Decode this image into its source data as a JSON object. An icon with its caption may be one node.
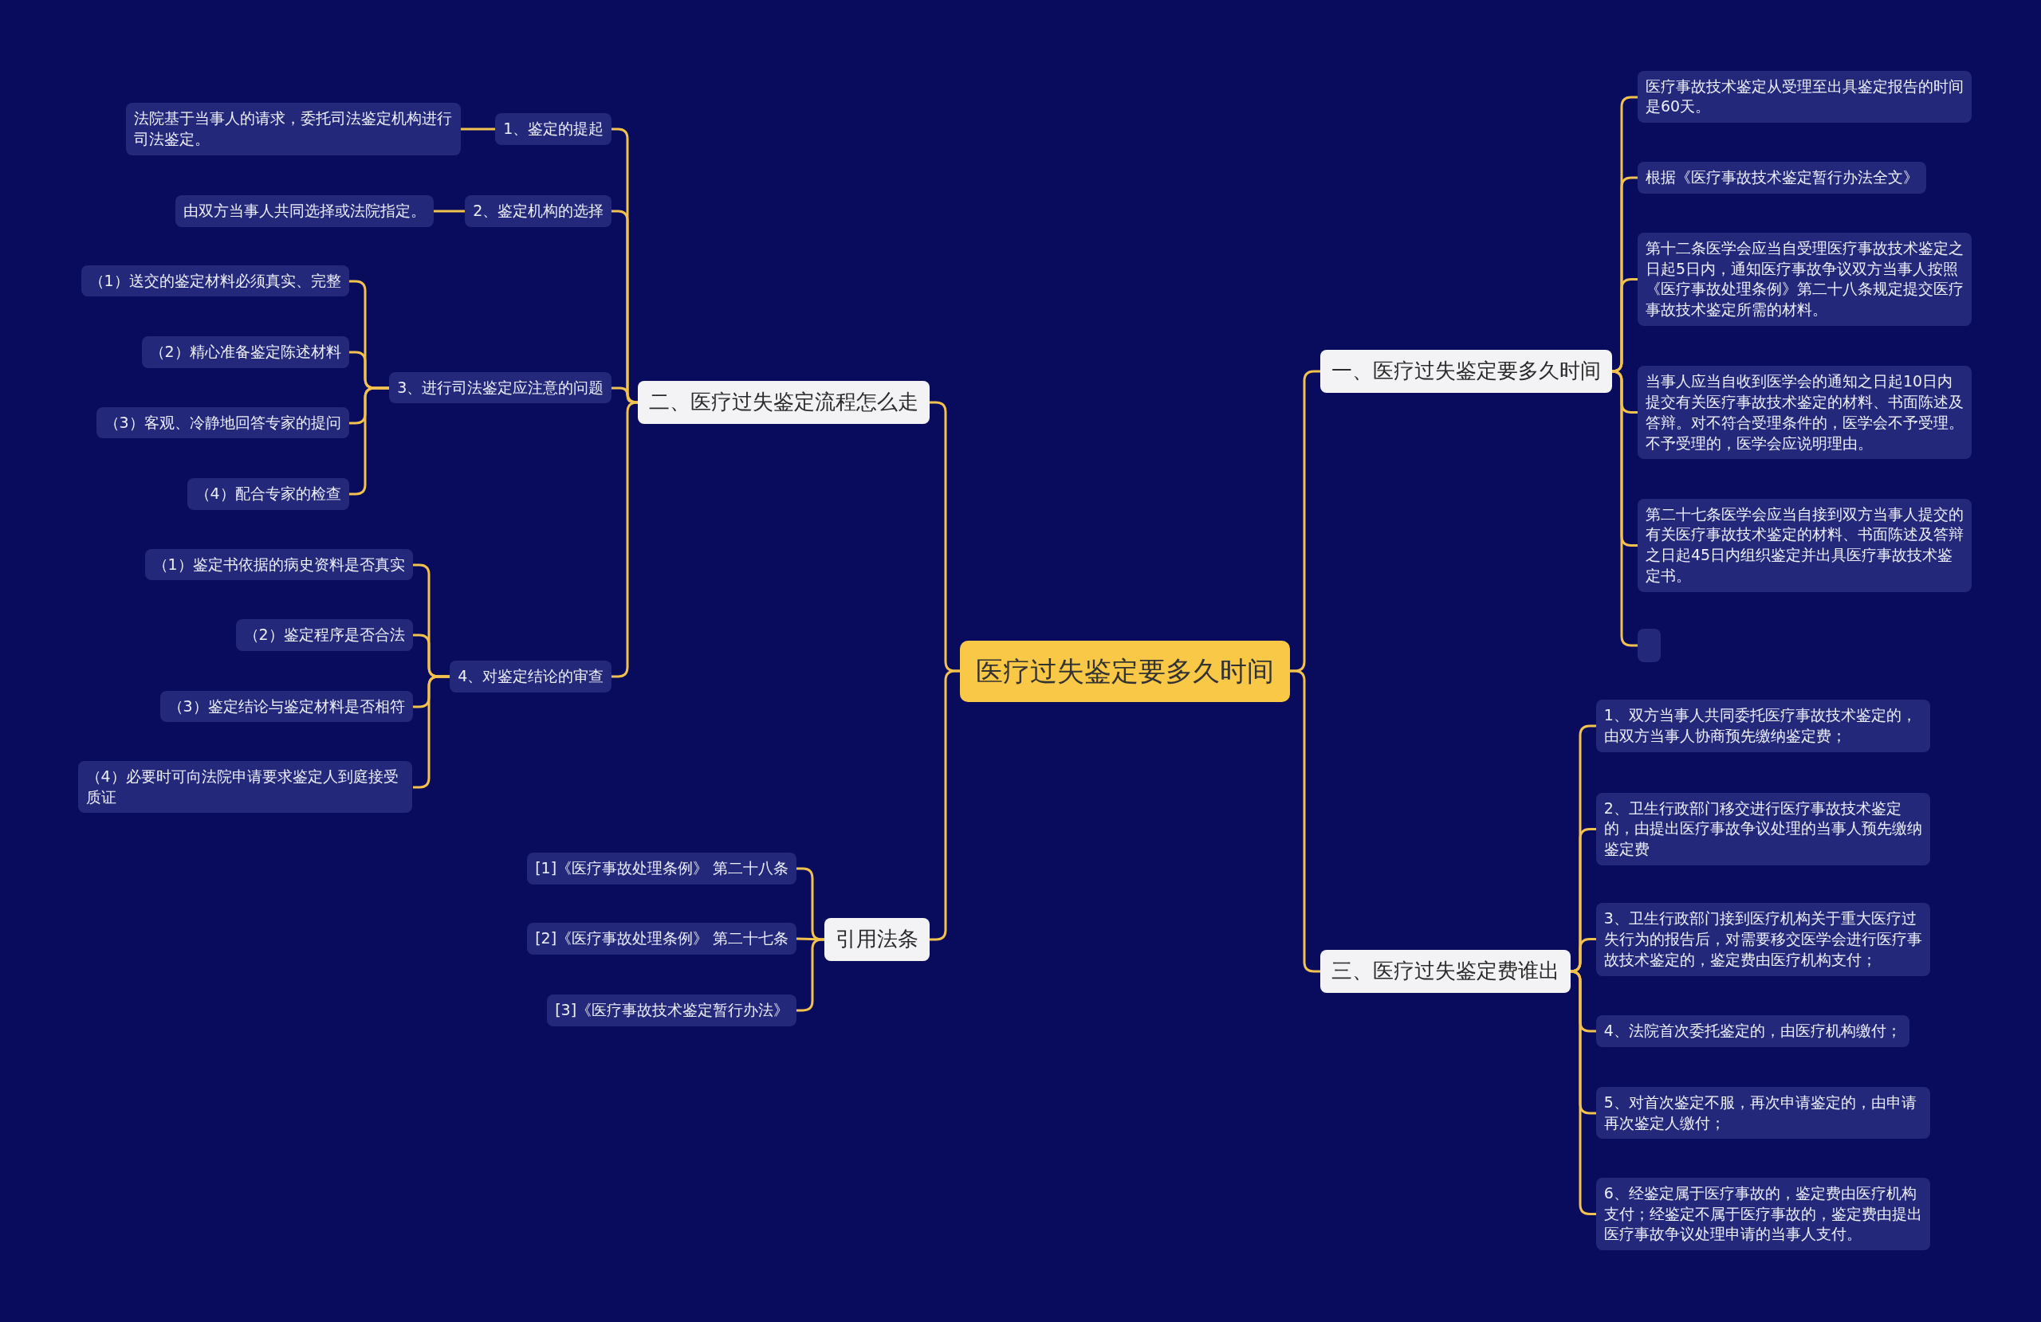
{
  "diagram": {
    "nodes": [
      {
        "text": [
          "医疗过失鉴定要多久时间"
        ]
      },
      {
        "text": [
          "一、医疗过失鉴定要多久时间"
        ]
      },
      {
        "text": [
          "医疗事故技术鉴定从受理至出具鉴定报告的时间是60天。"
        ]
      },
      {
        "text": [
          "根据《医疗事故技术鉴定暂行办法全文》"
        ]
      },
      {
        "text": [
          "第十二条医学会应当自受理医疗事故技术鉴定之日起5日内，通知医疗事故争议双方当事人按照《医疗事故处理条例》第二十八条规定提交医疗事故技术鉴定所需的材料。"
        ]
      },
      {
        "text": [
          "当事人应当自收到医学会的通知之日起10日内提交有关医疗事故技术鉴定的材料、书面陈述及答辩。对不符合受理条件的，医学会不予受理。不予受理的，医学会应说明理由。"
        ]
      },
      {
        "text": [
          "第二十七条医学会应当自接到双方当事人提交的有关医疗事故技术鉴定的材料、书面陈述及答辩之日起45日内组织鉴定并出具医疗事故技术鉴定书。"
        ]
      },
      {
        "text": [],
        "shape": "box"
      },
      {
        "text": [
          "三、医疗过失鉴定费谁出"
        ]
      },
      {
        "text": [
          "1、双方当事人共同委托医疗事故技术鉴定的，由双方当事人协商预先缴纳鉴定费；"
        ]
      },
      {
        "text": [
          "2、卫生行政部门移交进行医疗事故技术鉴定的，由提出医疗事故争议处理的当事人预先缴纳鉴定费"
        ]
      },
      {
        "text": [
          "3、卫生行政部门接到医疗机构关于重大医疗过失行为的报告后，对需要移交医学会进行医疗事故技术鉴定的，鉴定费由医疗机构支付；"
        ]
      },
      {
        "text": [
          "4、法院首次委托鉴定的，由医疗机构缴付；"
        ]
      },
      {
        "text": [
          "5、对首次鉴定不服，再次申请鉴定的，由申请再次鉴定人缴付；"
        ]
      },
      {
        "text": [
          "6、经鉴定属于医疗事故的，鉴定费由医疗机构支付；经鉴定不属于医疗事故的，鉴定费由提出医疗事故争议处理申请的当事人支付。"
        ]
      },
      {
        "text": [
          "二、医疗过失鉴定流程怎么走"
        ]
      },
      {
        "text": [
          "1、鉴定的提起"
        ]
      },
      {
        "text": [
          "法院基于当事人的请求，委托司法鉴定机构进行司法鉴定。"
        ]
      },
      {
        "text": [
          "2、鉴定机构的选择"
        ]
      },
      {
        "text": [
          "由双方当事人共同选择或法院指定。"
        ]
      },
      {
        "text": [
          "3、进行司法鉴定应注意的问题"
        ]
      },
      {
        "text": [
          "（1）送交的鉴定材料必须真实、完整"
        ]
      },
      {
        "text": [
          "（2）精心准备鉴定陈述材料"
        ]
      },
      {
        "text": [
          "（3）客观、冷静地回答专家的提问"
        ]
      },
      {
        "text": [
          "（4）配合专家的检查"
        ]
      },
      {
        "text": [
          "4、对鉴定结论的审查"
        ]
      },
      {
        "text": [
          "（1）鉴定书依据的病史资料是否真实"
        ]
      },
      {
        "text": [
          "（2）鉴定程序是否合法"
        ]
      },
      {
        "text": [
          "（3）鉴定结论与鉴定材料是否相符"
        ]
      },
      {
        "text": [
          "（4）必要时可向法院申请要求鉴定人到庭接受质证"
        ]
      },
      {
        "text": [
          "引用法条"
        ]
      },
      {
        "text": [
          "[1]《医疗事故处理条例》 第二十八条"
        ]
      },
      {
        "text": [
          "[2]《医疗事故处理条例》 第二十七条"
        ]
      },
      {
        "text": [
          "[3]《医疗事故技术鉴定暂行办法》"
        ]
      }
    ],
    "edges": [
      {
        "from": 0,
        "to": 1,
        "arrow": "none"
      },
      {
        "from": 1,
        "to": 2,
        "arrow": "none"
      },
      {
        "from": 1,
        "to": 3,
        "arrow": "none"
      },
      {
        "from": 1,
        "to": 4,
        "arrow": "none"
      },
      {
        "from": 1,
        "to": 5,
        "arrow": "none"
      },
      {
        "from": 1,
        "to": 6,
        "arrow": "none"
      },
      {
        "from": 1,
        "to": 7,
        "arrow": "none"
      },
      {
        "from": 0,
        "to": 8,
        "arrow": "none"
      },
      {
        "from": 8,
        "to": 9,
        "arrow": "none"
      },
      {
        "from": 8,
        "to": 10,
        "arrow": "none"
      },
      {
        "from": 8,
        "to": 11,
        "arrow": "none"
      },
      {
        "from": 8,
        "to": 12,
        "arrow": "none"
      },
      {
        "from": 8,
        "to": 13,
        "arrow": "none"
      },
      {
        "from": 8,
        "to": 14,
        "arrow": "none"
      },
      {
        "from": 0,
        "to": 15,
        "arrow": "none"
      },
      {
        "from": 15,
        "to": 16,
        "arrow": "none"
      },
      {
        "from": 16,
        "to": 17,
        "arrow": "none"
      },
      {
        "from": 15,
        "to": 18,
        "arrow": "none"
      },
      {
        "from": 18,
        "to": 19,
        "arrow": "none"
      },
      {
        "from": 15,
        "to": 20,
        "arrow": "none"
      },
      {
        "from": 20,
        "to": 21,
        "arrow": "none"
      },
      {
        "from": 20,
        "to": 22,
        "arrow": "none"
      },
      {
        "from": 20,
        "to": 23,
        "arrow": "none"
      },
      {
        "from": 20,
        "to": 24,
        "arrow": "none"
      },
      {
        "from": 15,
        "to": 25,
        "arrow": "none"
      },
      {
        "from": 25,
        "to": 26,
        "arrow": "none"
      },
      {
        "from": 25,
        "to": 27,
        "arrow": "none"
      },
      {
        "from": 25,
        "to": 28,
        "arrow": "none"
      },
      {
        "from": 25,
        "to": 29,
        "arrow": "none"
      },
      {
        "from": 0,
        "to": 30,
        "arrow": "none"
      },
      {
        "from": 30,
        "to": 31,
        "arrow": "none"
      },
      {
        "from": 30,
        "to": 32,
        "arrow": "none"
      },
      {
        "from": 30,
        "to": 33,
        "arrow": "none"
      }
    ]
  }
}
